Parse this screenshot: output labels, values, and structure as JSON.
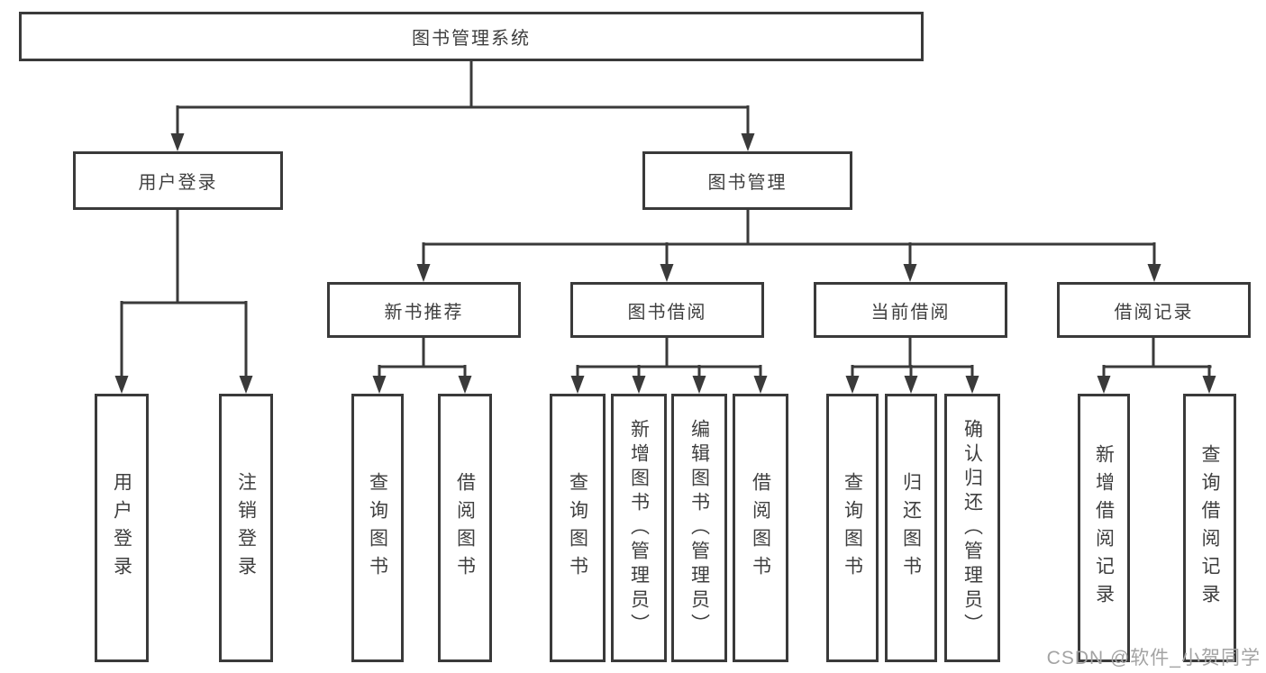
{
  "colors": {
    "line": "#3a3a3a",
    "text": "#3f3f3f",
    "background": "#ffffff",
    "watermark": "#a3a3a3"
  },
  "diagram": {
    "type": "hierarchy-tree",
    "root": "图书管理系统",
    "level2": [
      "用户登录",
      "图书管理"
    ],
    "level3": [
      "新书推荐",
      "图书借阅",
      "当前借阅",
      "借阅记录"
    ],
    "leaves": [
      "用户登录",
      "注销登录",
      "查询图书",
      "借阅图书",
      "查询图书",
      "新增图书（管理员）",
      "编辑图书（管理员）",
      "借阅图书",
      "查询图书",
      "归还图书",
      "确认归还（管理员）",
      "新增借阅记录",
      "查询借阅记录"
    ],
    "edges": [
      [
        "图书管理系统",
        "用户登录"
      ],
      [
        "图书管理系统",
        "图书管理"
      ],
      [
        "用户登录",
        "用户登录(叶)"
      ],
      [
        "用户登录",
        "注销登录"
      ],
      [
        "图书管理",
        "新书推荐"
      ],
      [
        "图书管理",
        "图书借阅"
      ],
      [
        "图书管理",
        "当前借阅"
      ],
      [
        "图书管理",
        "借阅记录"
      ],
      [
        "新书推荐",
        "查询图书"
      ],
      [
        "新书推荐",
        "借阅图书"
      ],
      [
        "图书借阅",
        "查询图书"
      ],
      [
        "图书借阅",
        "新增图书（管理员）"
      ],
      [
        "图书借阅",
        "编辑图书（管理员）"
      ],
      [
        "图书借阅",
        "借阅图书"
      ],
      [
        "当前借阅",
        "查询图书"
      ],
      [
        "当前借阅",
        "归还图书"
      ],
      [
        "当前借阅",
        "确认归还（管理员）"
      ],
      [
        "借阅记录",
        "新增借阅记录"
      ],
      [
        "借阅记录",
        "查询借阅记录"
      ]
    ]
  },
  "watermark": "CSDN @软件_小贺同学"
}
